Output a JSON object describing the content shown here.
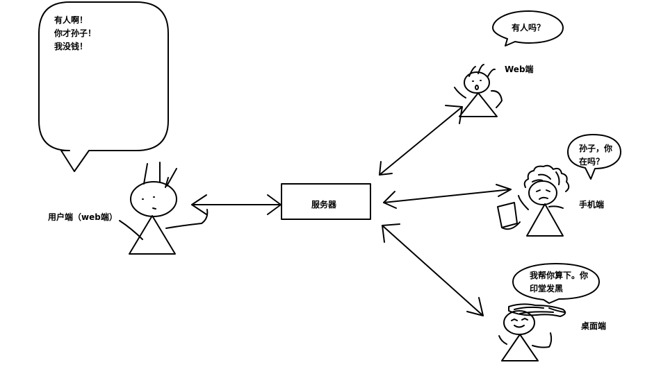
{
  "server": {
    "label": "服务器"
  },
  "main_user": {
    "label": "用户端（web端）",
    "speech": [
      "有人啊！",
      "你才孙子！",
      "我没钱！"
    ]
  },
  "web_client": {
    "label": "Web端",
    "speech": "有人吗？"
  },
  "mobile_client": {
    "label": "手机端",
    "speech": [
      "孙子，你",
      "在吗？"
    ]
  },
  "desktop_client": {
    "label": "桌面端",
    "speech": [
      "我帮你算下。你",
      "印堂发黑"
    ]
  },
  "colors": {
    "ink": "#000000",
    "background": "#ffffff"
  }
}
